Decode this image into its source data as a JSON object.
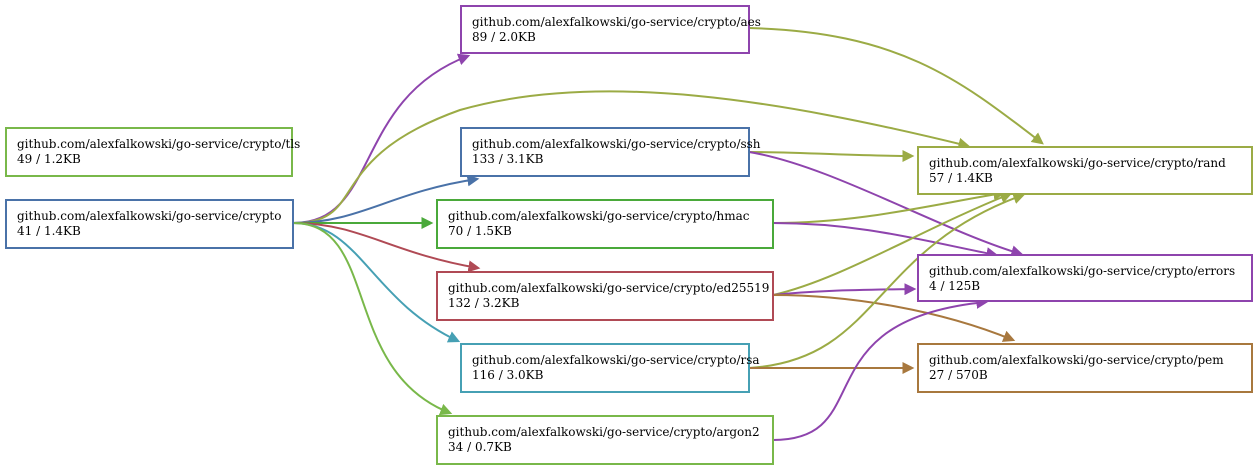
{
  "colors": {
    "blue": "#4a72a8",
    "purple": "#8e44ad",
    "olive": "#9bab45",
    "green": "#4aa93a",
    "green_light": "#79b84a",
    "red": "#b04a55",
    "teal": "#46a0b4",
    "brown": "#a8783e"
  },
  "nodes": {
    "tls": {
      "name": "github.com/alexfalkowski/go-service/crypto/tls",
      "stats": "49 / 1.2KB"
    },
    "crypto": {
      "name": "github.com/alexfalkowski/go-service/crypto",
      "stats": "41 / 1.4KB"
    },
    "aes": {
      "name": "github.com/alexfalkowski/go-service/crypto/aes",
      "stats": "89 / 2.0KB"
    },
    "ssh": {
      "name": "github.com/alexfalkowski/go-service/crypto/ssh",
      "stats": "133 / 3.1KB"
    },
    "hmac": {
      "name": "github.com/alexfalkowski/go-service/crypto/hmac",
      "stats": "70 / 1.5KB"
    },
    "ed25519": {
      "name": "github.com/alexfalkowski/go-service/crypto/ed25519",
      "stats": "132 / 3.2KB"
    },
    "rsa": {
      "name": "github.com/alexfalkowski/go-service/crypto/rsa",
      "stats": "116 / 3.0KB"
    },
    "argon2": {
      "name": "github.com/alexfalkowski/go-service/crypto/argon2",
      "stats": "34 / 0.7KB"
    },
    "rand": {
      "name": "github.com/alexfalkowski/go-service/crypto/rand",
      "stats": "57 / 1.4KB"
    },
    "errors": {
      "name": "github.com/alexfalkowski/go-service/crypto/errors",
      "stats": "4 / 125B"
    },
    "pem": {
      "name": "github.com/alexfalkowski/go-service/crypto/pem",
      "stats": "27 / 570B"
    }
  },
  "edges": [
    {
      "from": "crypto",
      "to": "aes",
      "color": "purple"
    },
    {
      "from": "crypto",
      "to": "rand",
      "color": "olive"
    },
    {
      "from": "crypto",
      "to": "ssh",
      "color": "blue"
    },
    {
      "from": "crypto",
      "to": "hmac",
      "color": "green"
    },
    {
      "from": "crypto",
      "to": "ed25519",
      "color": "red"
    },
    {
      "from": "crypto",
      "to": "rsa",
      "color": "teal"
    },
    {
      "from": "crypto",
      "to": "argon2",
      "color": "green_light"
    },
    {
      "from": "aes",
      "to": "rand",
      "color": "olive"
    },
    {
      "from": "ssh",
      "to": "rand",
      "color": "olive"
    },
    {
      "from": "ssh",
      "to": "errors",
      "color": "purple"
    },
    {
      "from": "hmac",
      "to": "rand",
      "color": "olive"
    },
    {
      "from": "hmac",
      "to": "errors",
      "color": "purple"
    },
    {
      "from": "ed25519",
      "to": "rand",
      "color": "olive"
    },
    {
      "from": "ed25519",
      "to": "errors",
      "color": "purple"
    },
    {
      "from": "ed25519",
      "to": "pem",
      "color": "brown"
    },
    {
      "from": "rsa",
      "to": "rand",
      "color": "olive"
    },
    {
      "from": "rsa",
      "to": "pem",
      "color": "brown"
    },
    {
      "from": "argon2",
      "to": "errors",
      "color": "purple"
    }
  ]
}
